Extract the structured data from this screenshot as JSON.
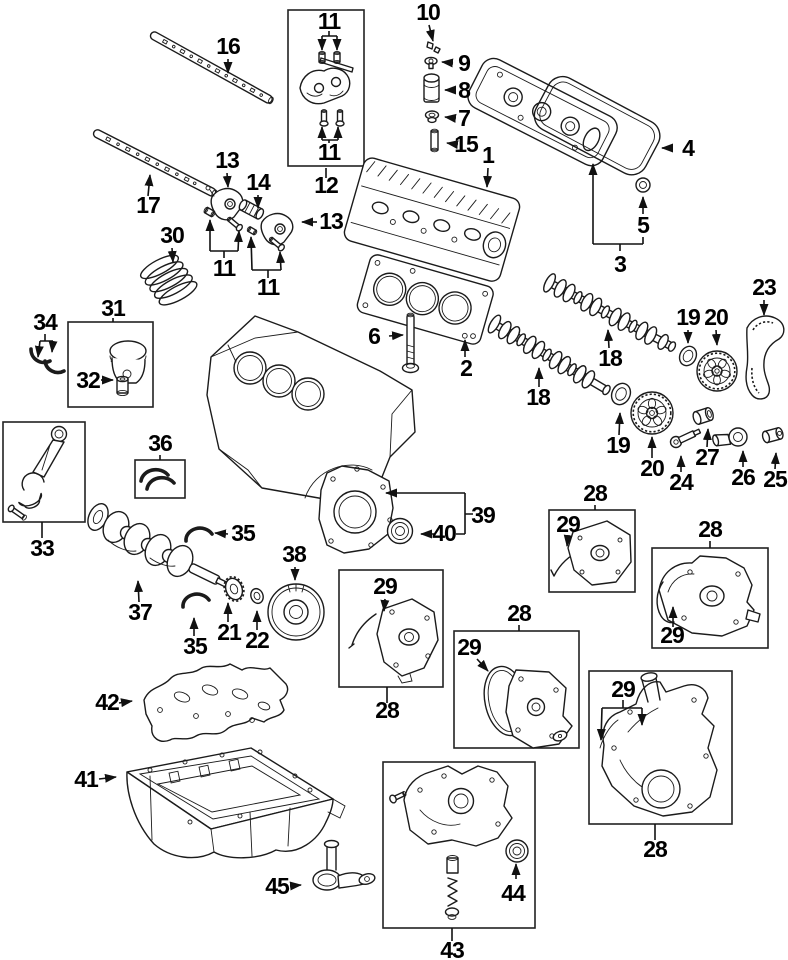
{
  "figure": {
    "kind": "exploded-parts-diagram",
    "subject": "V6 engine internals: valvetrain, cylinder head, timing components, crankshaft and oiling system",
    "background": "#ffffff",
    "ink": "#1b1b1b",
    "label_color": "#000000"
  },
  "callouts": [
    {
      "text": "16",
      "part": "rocker-arm-shaft-front"
    },
    {
      "text": "17",
      "part": "rocker-arm-shaft-rear"
    },
    {
      "text": "11",
      "part": "lash-adjusters-kit-top"
    },
    {
      "text": "11",
      "part": "bolts-kit-bottom"
    },
    {
      "text": "12",
      "part": "rocker-arm-assembly-kit"
    },
    {
      "text": "13",
      "part": "rocker-arm-left"
    },
    {
      "text": "14",
      "part": "rocker-shaft-collar"
    },
    {
      "text": "13",
      "part": "rocker-arm-right"
    },
    {
      "text": "11",
      "part": "lash-adjuster-pair-left"
    },
    {
      "text": "11",
      "part": "lash-adjuster-pair-right"
    },
    {
      "text": "30",
      "part": "valve-spring"
    },
    {
      "text": "10",
      "part": "valve-keeper"
    },
    {
      "text": "9",
      "part": "spring-retainer"
    },
    {
      "text": "8",
      "part": "valve-lifter"
    },
    {
      "text": "7",
      "part": "spring-seat"
    },
    {
      "text": "15",
      "part": "dowel-pin"
    },
    {
      "text": "1",
      "part": "cylinder-head"
    },
    {
      "text": "4",
      "part": "valve-cover-gasket"
    },
    {
      "text": "5",
      "part": "spark-plug-tube-seal"
    },
    {
      "text": "3",
      "part": "valve-cover"
    },
    {
      "text": "2",
      "part": "head-gasket"
    },
    {
      "text": "6",
      "part": "head-bolt"
    },
    {
      "text": "18",
      "part": "camshaft-front"
    },
    {
      "text": "18",
      "part": "camshaft-rear"
    },
    {
      "text": "19",
      "part": "cam-seal-front"
    },
    {
      "text": "20",
      "part": "cam-timing-gear-front"
    },
    {
      "text": "23",
      "part": "timing-belt"
    },
    {
      "text": "19",
      "part": "cam-seal-rear"
    },
    {
      "text": "20",
      "part": "cam-timing-gear-rear"
    },
    {
      "text": "24",
      "part": "actuator-valve"
    },
    {
      "text": "27",
      "part": "roller-bushing"
    },
    {
      "text": "26",
      "part": "tensioner-pivot"
    },
    {
      "text": "25",
      "part": "idler-bushing"
    },
    {
      "text": "34",
      "part": "rod-bearings"
    },
    {
      "text": "31",
      "part": "piston"
    },
    {
      "text": "32",
      "part": "piston-pin"
    },
    {
      "text": "33",
      "part": "connecting-rod"
    },
    {
      "text": "36",
      "part": "main-bearings"
    },
    {
      "text": "35",
      "part": "main-bearing-upper"
    },
    {
      "text": "35",
      "part": "thrust-washer-lower"
    },
    {
      "text": "37",
      "part": "crankshaft"
    },
    {
      "text": "21",
      "part": "timing-drive-hub"
    },
    {
      "text": "22",
      "part": "guide-washer"
    },
    {
      "text": "38",
      "part": "crankshaft-pulley"
    },
    {
      "text": "39",
      "part": "rear-seal-housing"
    },
    {
      "text": "40",
      "part": "rear-main-seal"
    },
    {
      "text": "28",
      "part": "cover-box-mid"
    },
    {
      "text": "29",
      "part": "cover-gasket-mid"
    },
    {
      "text": "28",
      "part": "cover-box-upper-right"
    },
    {
      "text": "29",
      "part": "cover-gasket-upper-right"
    },
    {
      "text": "28",
      "part": "cover-box-right"
    },
    {
      "text": "29",
      "part": "cover-gasket-right"
    },
    {
      "text": "28",
      "part": "cover-box-bottom-mid"
    },
    {
      "text": "29",
      "part": "cover-gasket-bottom-mid"
    },
    {
      "text": "29",
      "part": "front-cover-gasket"
    },
    {
      "text": "28",
      "part": "front-lower-cover"
    },
    {
      "text": "42",
      "part": "baffle-plate"
    },
    {
      "text": "41",
      "part": "oil-pan"
    },
    {
      "text": "45",
      "part": "oil-strainer"
    },
    {
      "text": "43",
      "part": "oil-pump"
    },
    {
      "text": "44",
      "part": "pump-seal"
    }
  ]
}
